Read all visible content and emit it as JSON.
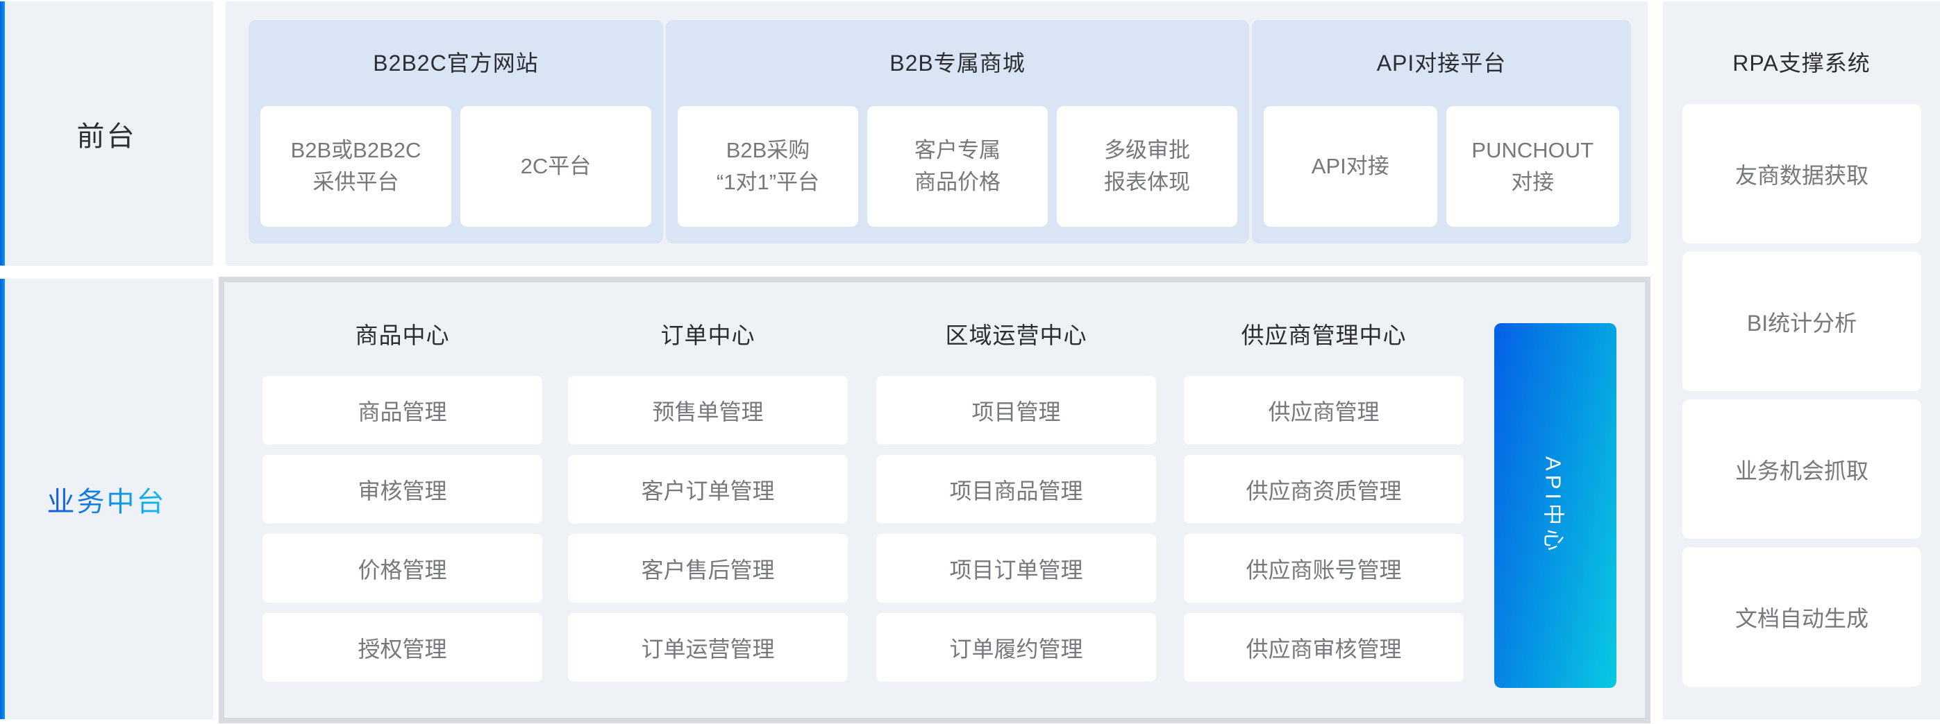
{
  "palette": {
    "accent_blue": "#0560e6",
    "accent_cyan": "#08c9e2",
    "panel_bg": "#eef1f6",
    "group_bg": "#d9e4f5",
    "card_bg": "#ffffff",
    "box_border": "#d7dade",
    "title_text": "#2b2d31",
    "card_text": "#75787c",
    "mid_label_gradient_start": "#1659d8",
    "mid_label_gradient_end": "#0fbfe8"
  },
  "front_section": {
    "label": "前台",
    "groups": [
      {
        "title": "B2B2C官方网站",
        "cards": [
          [
            "B2B或B2B2C",
            "采供平台"
          ],
          [
            "2C平台"
          ]
        ]
      },
      {
        "title": "B2B专属商城",
        "cards": [
          [
            "B2B采购",
            "“1对1”平台"
          ],
          [
            "客户专属",
            "商品价格"
          ],
          [
            "多级审批",
            "报表体现"
          ]
        ]
      },
      {
        "title": "API对接平台",
        "cards": [
          [
            "API对接"
          ],
          [
            "PUNCHOUT",
            "对接"
          ]
        ]
      }
    ]
  },
  "middle_section": {
    "label": "业务中台",
    "api_bar_label": "API中心",
    "columns": [
      {
        "title": "商品中心",
        "items": [
          "商品管理",
          "审核管理",
          "价格管理",
          "授权管理"
        ]
      },
      {
        "title": "订单中心",
        "items": [
          "预售单管理",
          "客户订单管理",
          "客户售后管理",
          "订单运营管理"
        ]
      },
      {
        "title": "区域运营中心",
        "items": [
          "项目管理",
          "项目商品管理",
          "项目订单管理",
          "订单履约管理"
        ]
      },
      {
        "title": "供应商管理中心",
        "items": [
          "供应商管理",
          "供应商资质管理",
          "供应商账号管理",
          "供应商审核管理"
        ]
      }
    ]
  },
  "rpa_section": {
    "title": "RPA支撑系统",
    "items": [
      "友商数据获取",
      "BI统计分析",
      "业务机会抓取",
      "文档自动生成"
    ]
  }
}
